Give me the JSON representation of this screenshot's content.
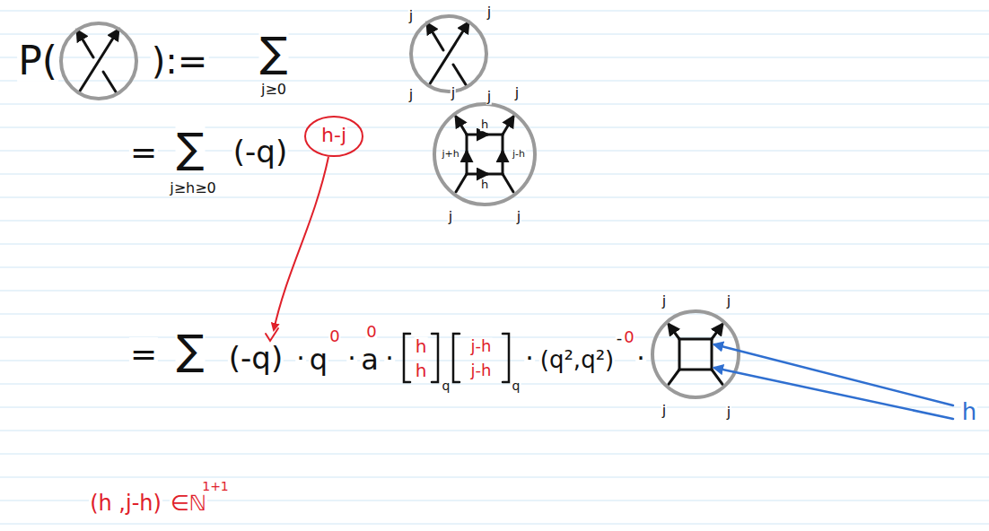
{
  "diagram": {
    "labels": [
      "P(",
      "):=",
      "∑",
      "j≥0",
      "j",
      "j",
      "j",
      "j",
      "=",
      "∑",
      "j≥h≥0",
      "(-q)",
      "h-j",
      "j",
      "j",
      "h",
      "j+h",
      "j-h",
      "h",
      "j",
      "j",
      "=",
      "∑",
      "(-q)",
      "·",
      "q",
      "0",
      "·",
      "a",
      "0",
      "·",
      "h",
      "h",
      "q",
      "j-h",
      "j-h",
      "q",
      "·",
      "(q²,q²)",
      "-",
      "0",
      "·",
      "j",
      "j",
      "j",
      "j",
      "h",
      "(h ,j-h)",
      "∈ℕ",
      "1+1"
    ]
  }
}
